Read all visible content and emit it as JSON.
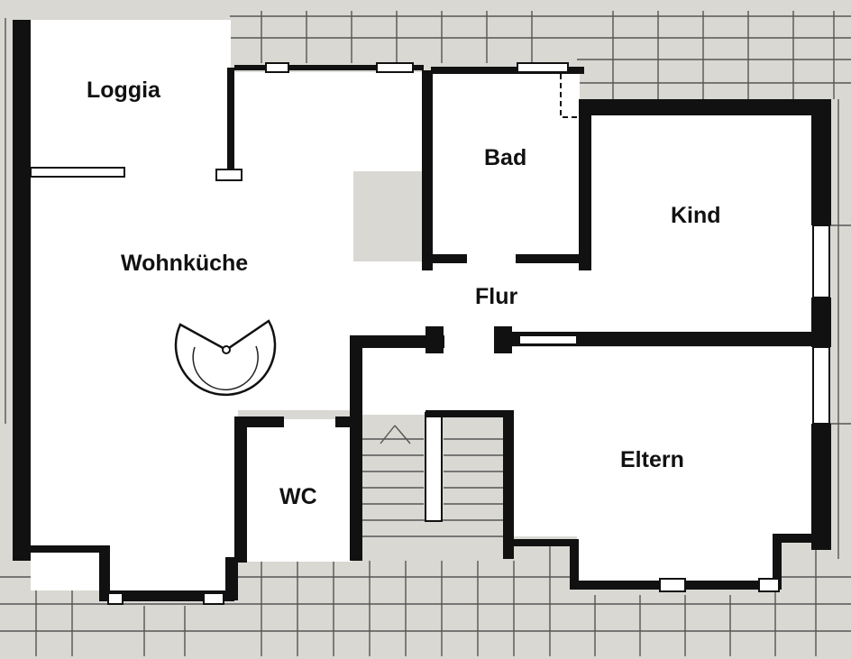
{
  "rooms": {
    "loggia": "Loggia",
    "bad": "Bad",
    "kind": "Kind",
    "wohnkueche": "Wohnküche",
    "flur": "Flur",
    "wc": "WC",
    "eltern": "Eltern"
  },
  "colors": {
    "wall": "#111111",
    "room_fill": "#ffffff",
    "terrace": "#d9d8d3"
  },
  "icons": {
    "spiral_stair": "spiral-staircase-icon",
    "straight_stair": "straight-staircase-icon"
  }
}
